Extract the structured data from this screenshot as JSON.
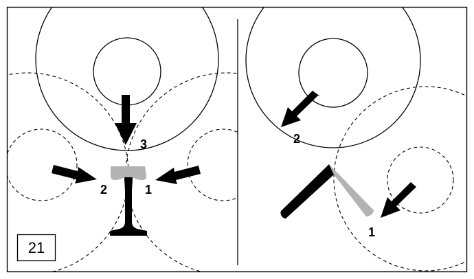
{
  "figure": {
    "number": "21",
    "left_panel": {
      "labels": {
        "top_roll": "3",
        "left_roll": "2",
        "right_roll": "1"
      }
    },
    "right_panel": {
      "labels": {
        "upper_roll": "2",
        "lower_roll": "1"
      }
    }
  },
  "colors": {
    "ink": "#000000",
    "highlight": "#b3b3b3",
    "background": "#ffffff"
  }
}
